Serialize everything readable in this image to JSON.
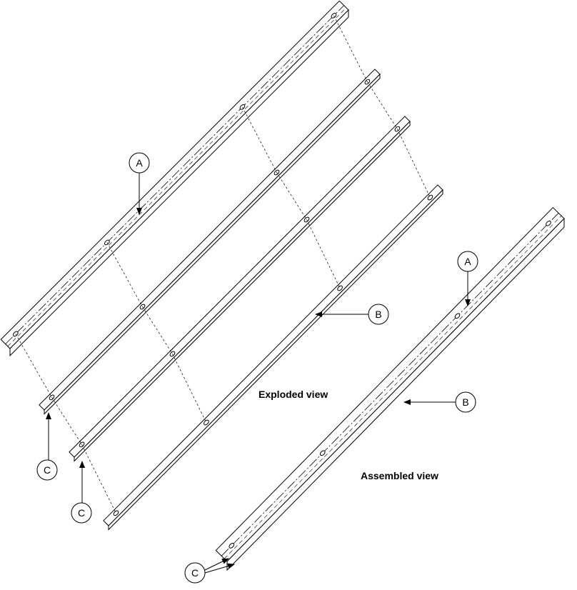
{
  "labels": {
    "exploded_view": "Exploded view",
    "assembled_view": "Assembled view"
  },
  "callouts": {
    "exploded_a": "A",
    "exploded_b": "B",
    "exploded_c1": "C",
    "exploded_c2": "C",
    "assembled_a": "A",
    "assembled_b": "B",
    "assembled_c": "C"
  },
  "colors": {
    "line": "#000000",
    "background": "#ffffff"
  }
}
